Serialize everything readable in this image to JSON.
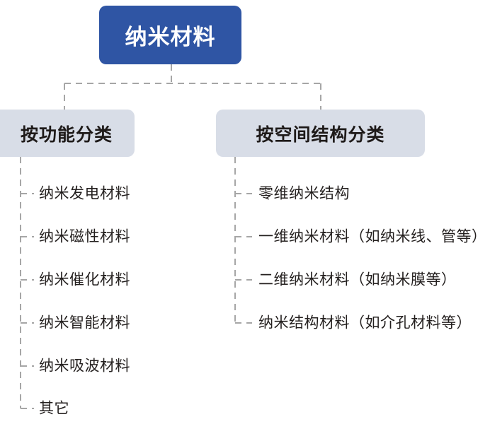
{
  "diagram": {
    "title": "纳米材料",
    "type": "tree",
    "orientation": "top-down",
    "colors": {
      "root_fill": "#2f55a4",
      "root_text": "#ffffff",
      "branch_fill": "#d8dde7",
      "branch_text": "#1e1a19",
      "leaf_text": "#231f1e",
      "edge": "#a6a6a6",
      "background": "#ffffff"
    },
    "root": {
      "label": "纳米材料"
    },
    "branches": [
      {
        "id": "by-function",
        "label": "按功能分类",
        "leaves": [
          {
            "label": "纳米发电材料"
          },
          {
            "label": "纳米磁性材料"
          },
          {
            "label": "纳米催化材料"
          },
          {
            "label": "纳米智能材料"
          },
          {
            "label": "纳米吸波材料"
          },
          {
            "label": "其它"
          }
        ]
      },
      {
        "id": "by-spatial-structure",
        "label": "按空间结构分类",
        "leaves": [
          {
            "label": "零维纳米结构"
          },
          {
            "label": "一维纳米材料（如纳米线、管等）"
          },
          {
            "label": "二维纳米材料（如纳米膜等）"
          },
          {
            "label": "纳米结构材料（如介孔材料等）"
          }
        ]
      }
    ]
  }
}
